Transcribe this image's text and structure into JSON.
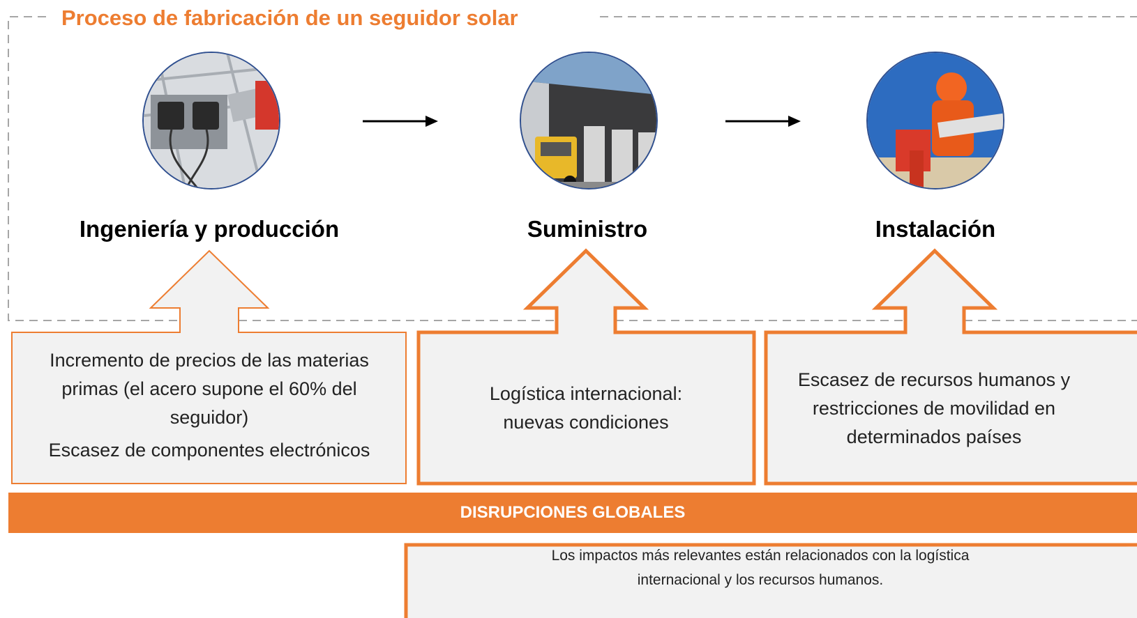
{
  "title": "Proceso de fabricación de un seguidor solar",
  "stages": [
    {
      "label": "Ingeniería y producción",
      "image": "solar-tracker-motor-photo"
    },
    {
      "label": "Suministro",
      "image": "warehouse-truck-photo"
    },
    {
      "label": "Instalación",
      "image": "installation-worker-photo"
    }
  ],
  "impacts": [
    {
      "lines": [
        "Incremento de precios de las materias primas (el acero supone el 60% del seguidor)",
        "Escasez de componentes electrónicos"
      ]
    },
    {
      "lines": [
        "Logística internacional: nuevas condiciones"
      ]
    },
    {
      "lines": [
        "Escasez de recursos humanos y restricciones de movilidad en determinados países"
      ]
    }
  ],
  "banner": "DISRUPCIONES GLOBALES",
  "note": "Los impactos más relevantes están relacionados con la logística internacional y los recursos humanos.",
  "colors": {
    "accent": "#ED7D31",
    "box_fill": "#F2F2F2",
    "dash": "#A6A6A6",
    "photo_border": "#2F4F8F"
  }
}
